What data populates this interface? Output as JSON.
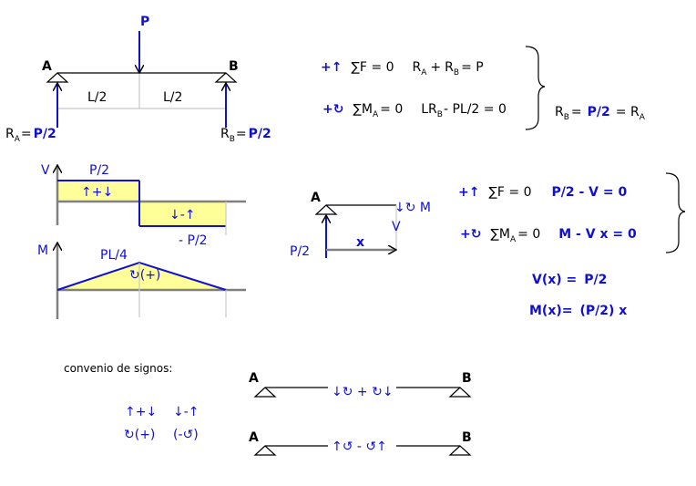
{
  "beam": {
    "load": "P",
    "support_a": "A",
    "support_b": "B",
    "span_left": "L/2",
    "span_right": "L/2",
    "reaction_a_prefix": "R",
    "reaction_a_sub": "A",
    "reaction_a_eq": "=",
    "reaction_a_value": "P/2",
    "reaction_b_prefix": "R",
    "reaction_b_sub": "B",
    "reaction_b_eq": "=",
    "reaction_b_value": "P/2"
  },
  "global_equations": {
    "force_sign": "+↑",
    "force_sum": "∑F = 0",
    "force_ra": "R",
    "force_ra_sub": "A",
    "force_plus": "+",
    "force_rb": "R",
    "force_rb_sub": "B",
    "force_rhs": "=  P",
    "moment_sign": "+↻",
    "moment_sum": "∑M",
    "moment_sum_sub": "A",
    "moment_eq": "= 0",
    "moment_lr": "LR",
    "moment_lr_sub": "B",
    "moment_rhs": "- PL/2 = 0",
    "result_rb": "R",
    "result_rb_sub": "B",
    "result_eq": "=",
    "result_value": "P/2",
    "result_eq2": "= R",
    "result_ra_sub": "A"
  },
  "shear_diagram": {
    "axis_label": "V",
    "top_value": "P/2",
    "top_sign": "↑+↓",
    "bottom_sign": "↓-↑",
    "bottom_value": "- P/2",
    "fill_color": "#ffff99"
  },
  "moment_diagram": {
    "axis_label": "M",
    "peak_value": "PL/4",
    "peak_sign": "↻(+)",
    "fill_color": "#ffff99"
  },
  "section": {
    "support": "A",
    "moment_label": "↓↻ M",
    "shear_label": "V",
    "reaction": "P/2",
    "distance": "x"
  },
  "section_equations": {
    "force_sign": "+↑",
    "force_sum": "∑F = 0",
    "force_expr": "P/2  -  V  = 0",
    "moment_sign": "+↻",
    "moment_sum": "∑M",
    "moment_sub": "A",
    "moment_eq": "= 0",
    "moment_expr": "M  -  V x  = 0",
    "shear_fn": "V(x) =",
    "shear_value": "P/2",
    "moment_fn": "M(x)=",
    "moment_value": "(P/2) x"
  },
  "convention": {
    "title": "convenio de signos:",
    "shear_pos": "↑+↓",
    "shear_neg": "↓-↑",
    "moment_pos": "↻(+)",
    "moment_neg": "(-↺)",
    "beam1_a": "A",
    "beam1_b": "B",
    "beam1_label": "↓↻ + ↻↓",
    "beam2_a": "A",
    "beam2_b": "B",
    "beam2_label": "↑↺ - ↺↑"
  },
  "colors": {
    "ink": "#000000",
    "blue": "#1010d0",
    "gray": "#808080",
    "light_gray": "#c8c8c8"
  }
}
